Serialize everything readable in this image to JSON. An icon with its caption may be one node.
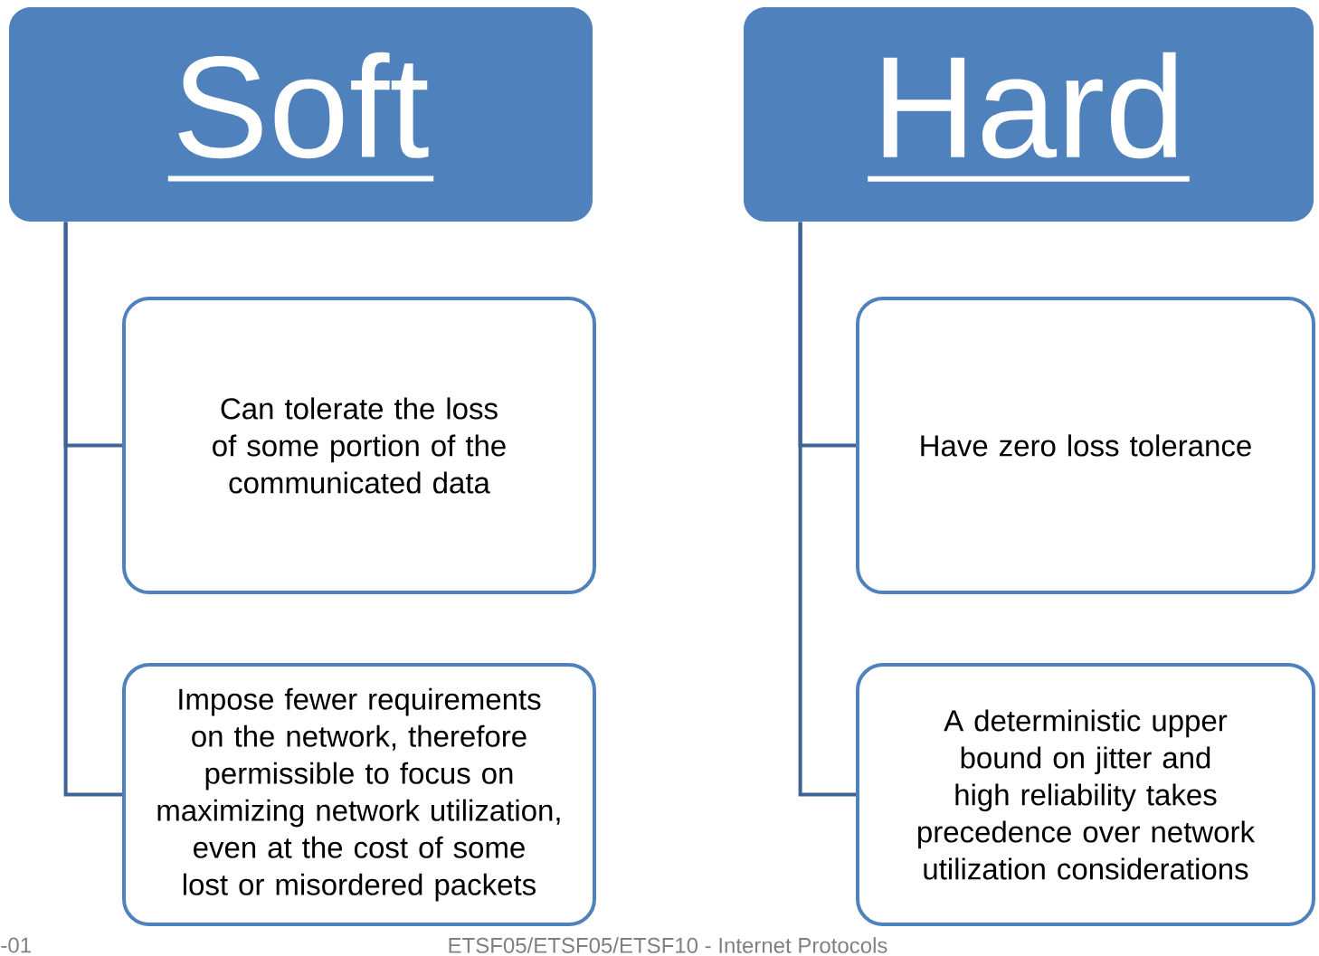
{
  "diagram": {
    "nodes": [
      {
        "text": [
          "Soft"
        ]
      },
      {
        "text": [
          "Can tolerate the loss of some portion of the communicated data"
        ]
      },
      {
        "text": [
          "Impose fewer requirements on the network, therefore permissible to focus on maximizing network utilization, even at the cost of some lost or misordered packets"
        ]
      },
      {
        "text": [
          "Hard"
        ]
      },
      {
        "text": [
          "Have zero loss tolerance"
        ]
      },
      {
        "text": [
          "A deterministic upper bound on jitter and high reliability takes precedence over network utilization considerations"
        ]
      }
    ],
    "edges": [
      {
        "from": 0,
        "to": 1,
        "arrow": "none"
      },
      {
        "from": 0,
        "to": 2,
        "arrow": "none"
      },
      {
        "from": 3,
        "to": 4,
        "arrow": "none"
      },
      {
        "from": 3,
        "to": 5,
        "arrow": "none"
      }
    ],
    "labels": [
      "-01",
      "ETSF05/ETSF05/ETSF10 - Internet Protocols"
    ]
  }
}
